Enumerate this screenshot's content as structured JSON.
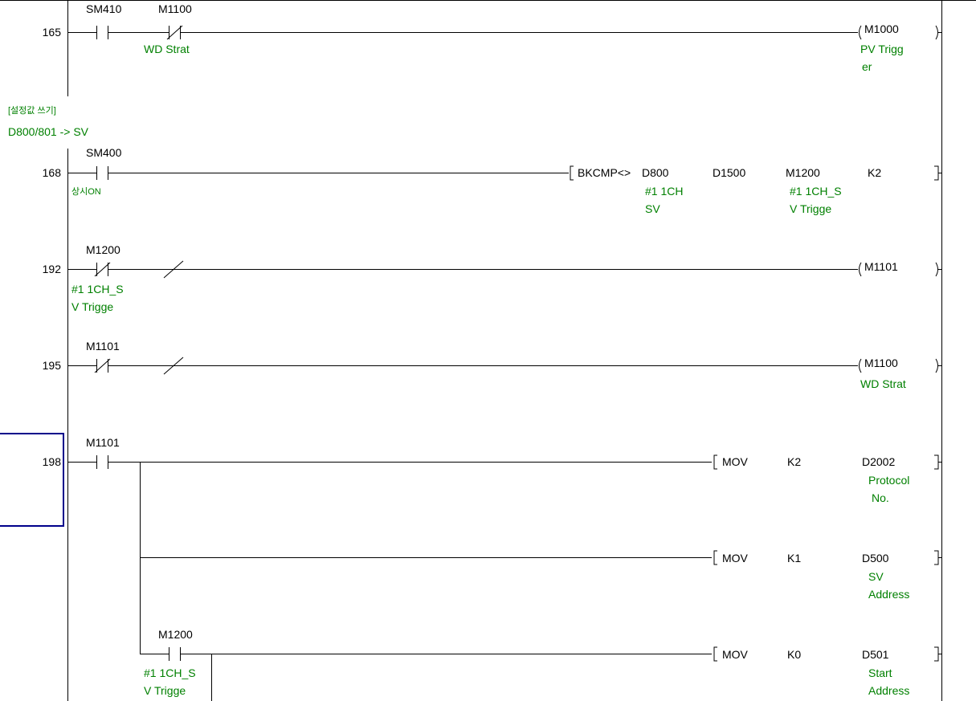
{
  "palette": {
    "wire": "#000000",
    "comment": "#008000",
    "selection": "#00008b",
    "background": "#ffffff"
  },
  "rungs": [
    {
      "step": "165",
      "contacts": [
        {
          "type": "no",
          "device": "SM410",
          "comment": ""
        },
        {
          "type": "nc",
          "device": "M1100",
          "comment": "WD Strat"
        }
      ],
      "coil": {
        "device": "M1000",
        "comment_lines": [
          "PV Trigg",
          "er"
        ]
      }
    },
    {
      "step": "168",
      "header": [
        "[설정값 쓰기]",
        "D800/801 -> SV"
      ],
      "contacts": [
        {
          "type": "no",
          "device": "SM400",
          "comment": "상시ON"
        }
      ],
      "instruction": {
        "name": "BKCMP<>",
        "operands": [
          "D800",
          "D1500",
          "M1200",
          "K2"
        ],
        "operand_comments": [
          [
            "#1 1CH",
            "SV"
          ],
          [],
          [
            "#1 1CH_S",
            "V Trigge"
          ],
          []
        ]
      }
    },
    {
      "step": "192",
      "contacts": [
        {
          "type": "nc",
          "device": "M1200",
          "comment_lines": [
            "#1 1CH_S",
            "V Trigge"
          ]
        }
      ],
      "coil": {
        "device": "M1101",
        "comment_lines": []
      }
    },
    {
      "step": "195",
      "contacts": [
        {
          "type": "nc",
          "device": "M1101",
          "comment": ""
        }
      ],
      "coil": {
        "device": "M1100",
        "comment_lines": [
          "WD Strat"
        ]
      }
    },
    {
      "step": "198",
      "selected": true,
      "contacts": [
        {
          "type": "no",
          "device": "M1101",
          "comment": ""
        }
      ],
      "instructions": [
        {
          "name": "MOV",
          "source": "K2",
          "dest": "D2002",
          "dest_comment": [
            "Protocol",
            "No."
          ]
        },
        {
          "name": "MOV",
          "source": "K1",
          "dest": "D500",
          "dest_comment": [
            "SV",
            "Address"
          ]
        },
        {
          "name": "MOV",
          "source": "K0",
          "dest": "D501",
          "dest_comment": [
            "Start",
            "Address"
          ],
          "contact": {
            "type": "no",
            "device": "M1200",
            "comment_lines": [
              "#1 1CH_S",
              "V Trigge"
            ]
          }
        }
      ]
    }
  ]
}
